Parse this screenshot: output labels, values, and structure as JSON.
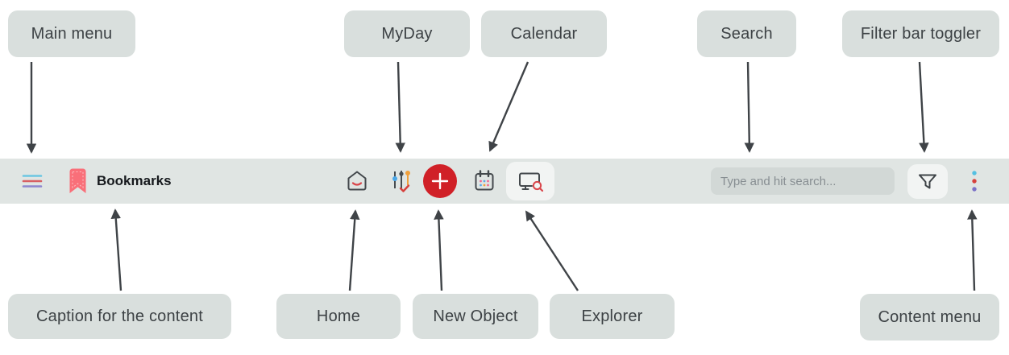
{
  "annotations": {
    "main_menu": "Main menu",
    "myday": "MyDay",
    "calendar": "Calendar",
    "search": "Search",
    "filter_bar_toggler": "Filter bar toggler",
    "caption_for_the_content": "Caption for the content",
    "home": "Home",
    "new_object": "New Object",
    "explorer": "Explorer",
    "content_menu": "Content menu"
  },
  "toolbar": {
    "caption": "Bookmarks",
    "search_placeholder": "Type and hit search..."
  },
  "icons": {
    "main_menu": "hamburger-menu",
    "caption": "bookmark-ribbon",
    "home": "house-with-smile",
    "myday": "sliders-with-check",
    "new_object": "plus-circle",
    "calendar": "calendar-with-dots",
    "explorer": "monitor-with-magnifier",
    "filter": "funnel",
    "content_menu": "vertical-colored-dots"
  },
  "colors": {
    "toolbar_bg": "#e0e5e3",
    "callout_bg": "#d9dfdd",
    "accent_red": "#d02027",
    "bookmark_red": "#f96f79",
    "hamburger_cyan": "#6cc6e2",
    "hamburger_red": "#d85f63",
    "hamburger_purple": "#8d86cf",
    "dot_cyan": "#54c0e2",
    "dot_red": "#d6413c",
    "dot_purple": "#7b72c8",
    "icon_outline": "#43484c"
  }
}
